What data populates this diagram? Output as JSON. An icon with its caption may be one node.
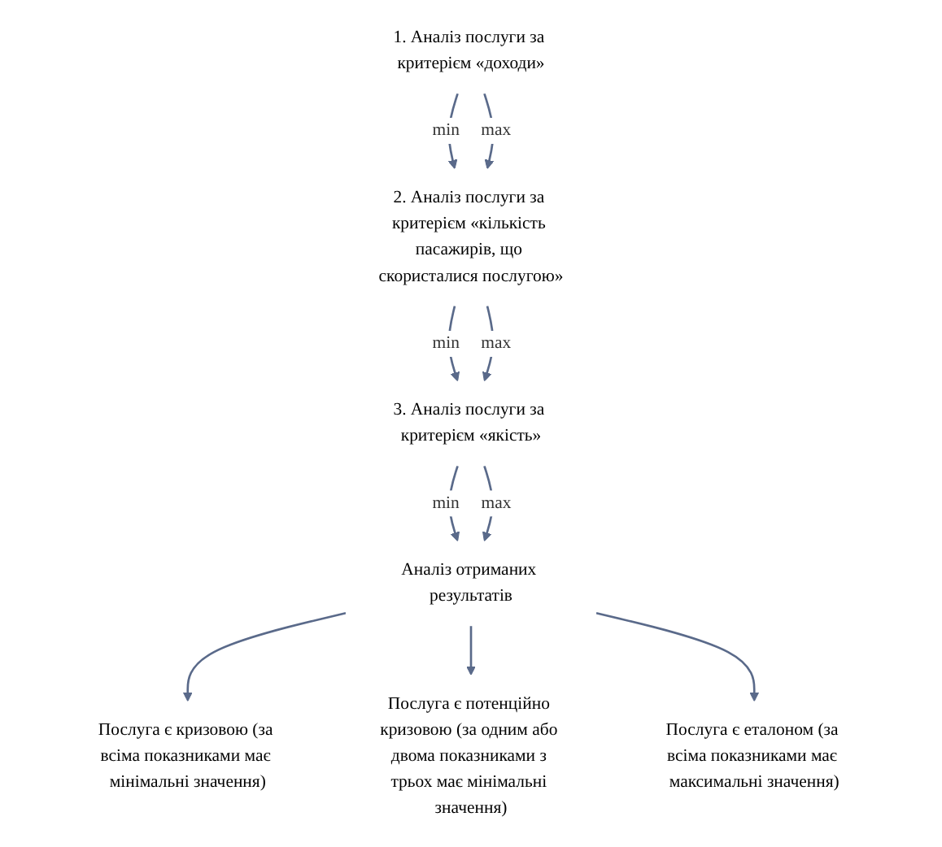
{
  "diagram": {
    "nodes": [
      {
        "text": [
          "1. Аналіз послуги за критерієм «доходи»"
        ]
      },
      {
        "text": [
          "2. Аналіз послуги за критерієм «кількість пасажирів, що скористалися послугою»"
        ]
      },
      {
        "text": [
          "3. Аналіз послуги за критерієм «якість»"
        ]
      },
      {
        "text": [
          "Аналіз отриманих результатів"
        ]
      },
      {
        "text": [
          "Послуга є кризовою (за всіма показниками має мінімальні значення)"
        ]
      },
      {
        "text": [
          "Послуга є потенційно кризовою (за одним або двома показниками з трьох має мінімальні значення)"
        ]
      },
      {
        "text": [
          "Послуга є еталоном (за всіма показниками має максимальні значення)"
        ]
      }
    ],
    "edges": [
      {
        "from": 0,
        "to": 1,
        "arrow": "to",
        "label": "min"
      },
      {
        "from": 0,
        "to": 1,
        "arrow": "to",
        "label": "max"
      },
      {
        "from": 1,
        "to": 2,
        "arrow": "to",
        "label": "min"
      },
      {
        "from": 1,
        "to": 2,
        "arrow": "to",
        "label": "max"
      },
      {
        "from": 2,
        "to": 3,
        "arrow": "to",
        "label": "min"
      },
      {
        "from": 2,
        "to": 3,
        "arrow": "to",
        "label": "max"
      },
      {
        "from": 3,
        "to": 4,
        "arrow": "to"
      },
      {
        "from": 3,
        "to": 5,
        "arrow": "to"
      },
      {
        "from": 3,
        "to": 6,
        "arrow": "to"
      }
    ]
  }
}
